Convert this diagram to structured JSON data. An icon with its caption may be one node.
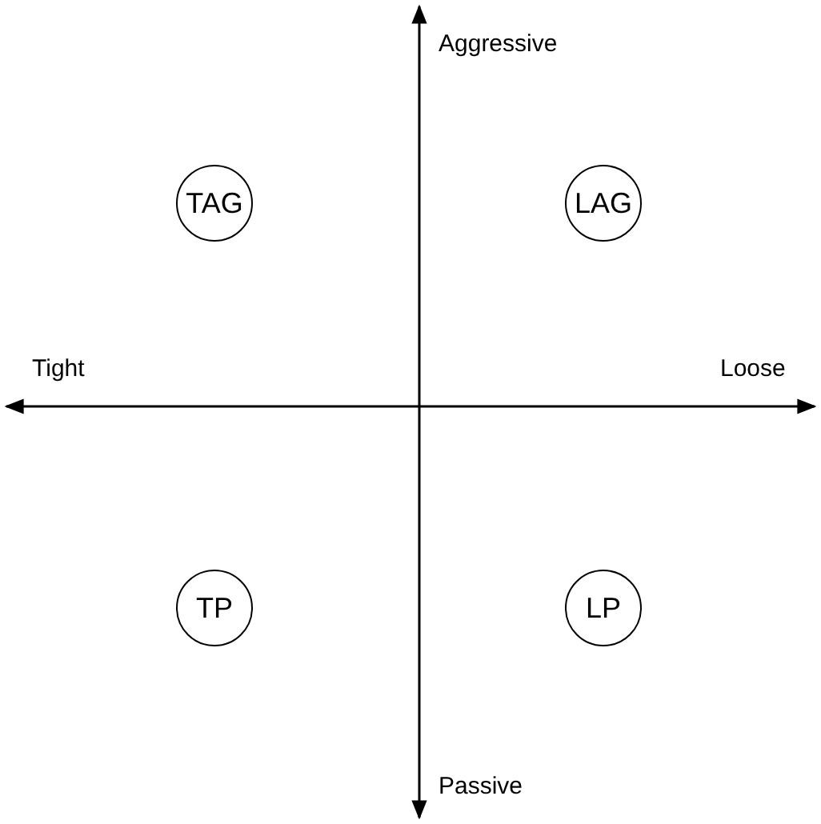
{
  "diagram": {
    "nodes": [
      {
        "text": [
          "TAG"
        ]
      },
      {
        "text": [
          "LAG"
        ]
      },
      {
        "text": [
          "TP"
        ]
      },
      {
        "text": [
          "LP"
        ]
      }
    ],
    "labels": [
      "Aggressive",
      "Tight",
      "Loose",
      "Passive"
    ]
  }
}
